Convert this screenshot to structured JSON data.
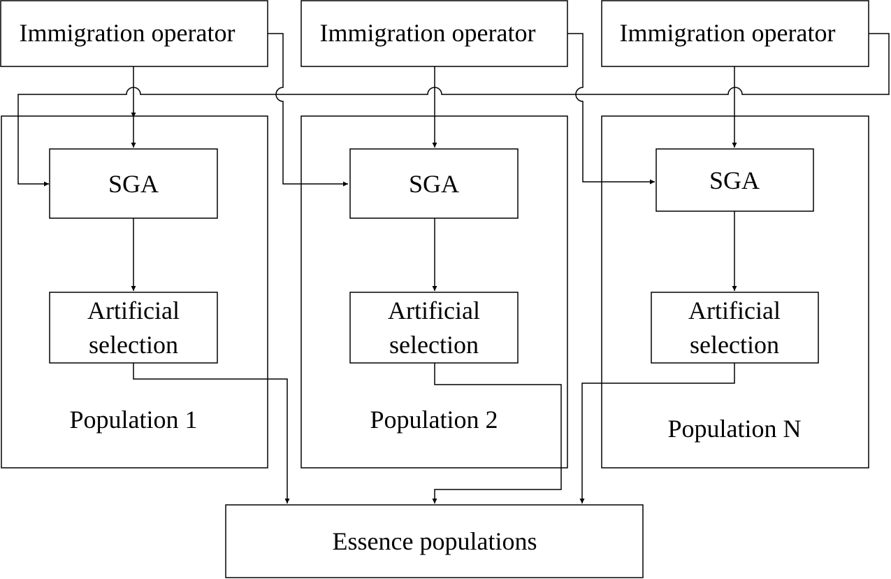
{
  "diagram": {
    "immigration_label": "Immigration operator",
    "sga_label": "SGA",
    "selection_label_line1": "Artificial",
    "selection_label_line2": "selection",
    "populations": [
      {
        "label": "Population 1"
      },
      {
        "label": "Population 2"
      },
      {
        "label": "Population N"
      }
    ],
    "output_label": "Essence populations",
    "colors": {
      "stroke": "#000000",
      "background": "#ffffff"
    }
  }
}
